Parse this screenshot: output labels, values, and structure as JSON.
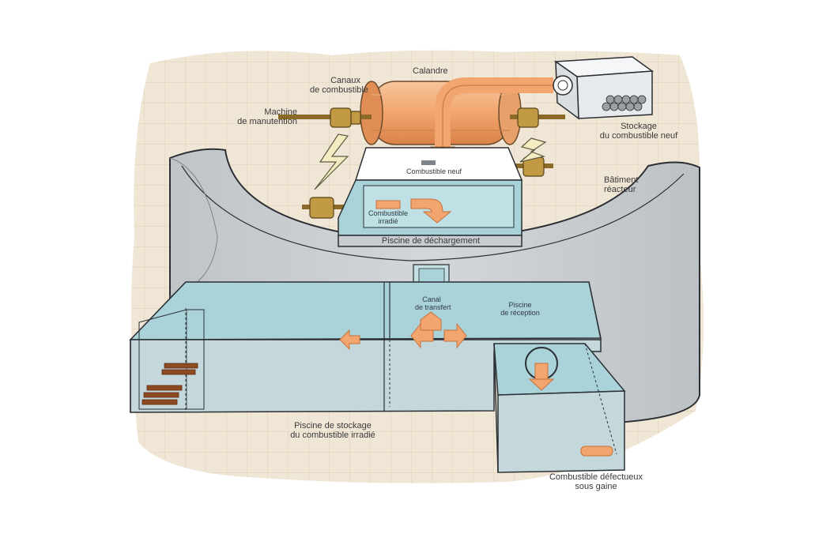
{
  "diagram": {
    "colors": {
      "background_texture": "#efe6d6",
      "grid_lines": "#e2cfb4",
      "building_wall": "#c9cdd1",
      "building_edge": "#2b2f33",
      "pool_water": "#a9d3d8",
      "pool_side": "#c4d8dc",
      "fuel_orange": "#f2a56e",
      "fuel_orange_dark": "#c9703a",
      "machine_brass": "#b08a3a",
      "fuel_bundle_brown": "#8e4b22",
      "lightning_yellow": "#f4ecc0"
    },
    "labels": {
      "calandre": "Calandre",
      "canaux_line1": "Canaux",
      "canaux_line2": "de combustible",
      "machine_line1": "Machine",
      "machine_line2": "de manutention",
      "stockage_neuf_line1": "Stockage",
      "stockage_neuf_line2": "du combustible neuf",
      "batiment_line1": "Bâtiment",
      "batiment_line2": "réacteur",
      "combustible_neuf": "Combustible neuf",
      "combustible_irradie_line1": "Combustible",
      "combustible_irradie_line2": "irradié",
      "piscine_dechargement": "Piscine de déchargement",
      "canal_line1": "Canal",
      "canal_line2": "de transfert",
      "piscine_reception_line1": "Piscine",
      "piscine_reception_line2": "de réception",
      "piscine_stockage_line1": "Piscine de stockage",
      "piscine_stockage_line2": "du combustible irradié",
      "defectueux_line1": "Combustible défectueux",
      "defectueux_line2": "sous gaine"
    }
  }
}
